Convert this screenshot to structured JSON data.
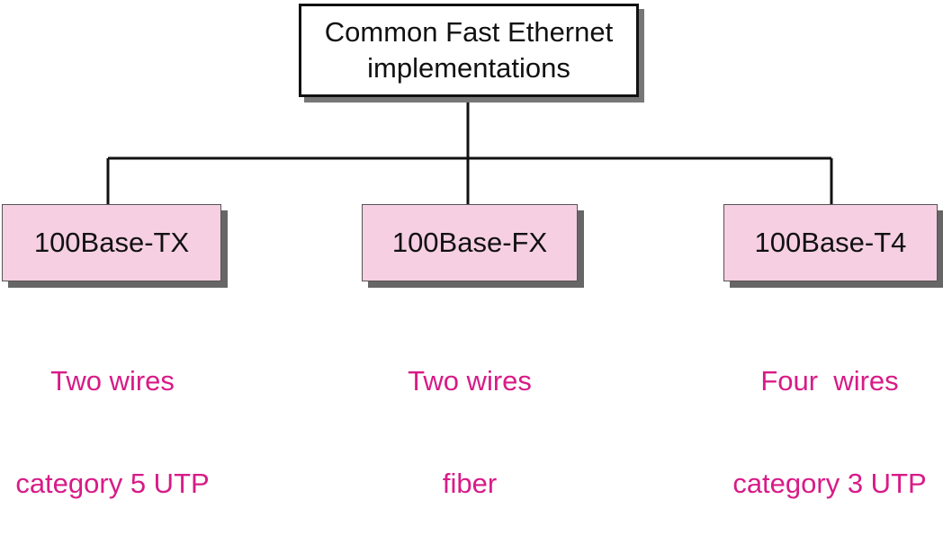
{
  "root": {
    "line1": "Common Fast Ethernet",
    "line2": "implementations"
  },
  "implementations": [
    {
      "name": "100Base-TX",
      "media_line1": "Two wires",
      "media_line2": "category 5 UTP"
    },
    {
      "name": "100Base-FX",
      "media_line1": "Two wires",
      "media_line2": "fiber"
    },
    {
      "name": "100Base-T4",
      "media_line1": "Four  wires",
      "media_line2": "category 3 UTP"
    }
  ],
  "colors": {
    "leaf_fill": "#f6cfe3",
    "caption_text": "#d81b87",
    "line": "#111111"
  }
}
